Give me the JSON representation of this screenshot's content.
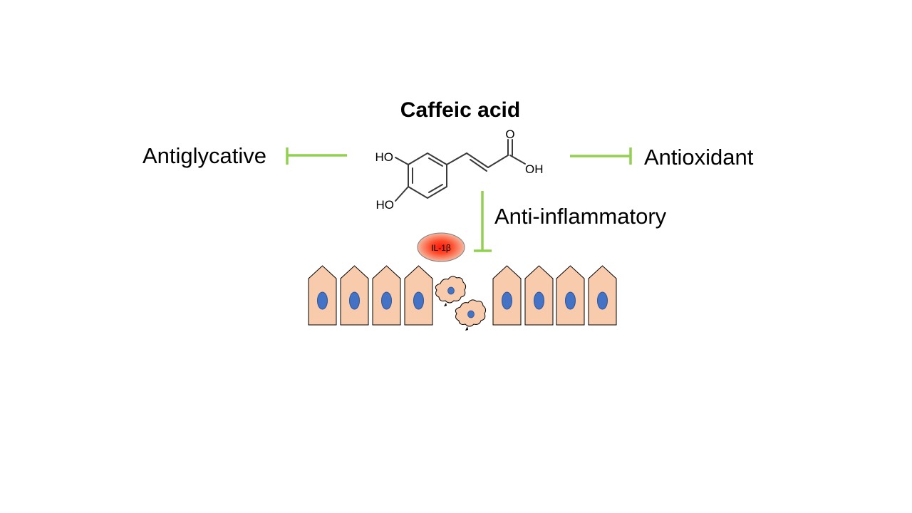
{
  "title": "Caffeic acid",
  "effects": {
    "left": "Antiglycative",
    "right": "Antioxidant",
    "bottom": "Anti-inflammatory"
  },
  "molecule": {
    "atom_o": "O",
    "atom_oh": "OH",
    "atom_ho_top": "HO",
    "atom_ho_bottom": "HO"
  },
  "cytokine": "IL-1β",
  "colors": {
    "inhibition_line": "#92d050",
    "cell_fill": "#f8cbad",
    "nucleus": "#4472c4",
    "cytokine_core": "#ff2a1a"
  }
}
